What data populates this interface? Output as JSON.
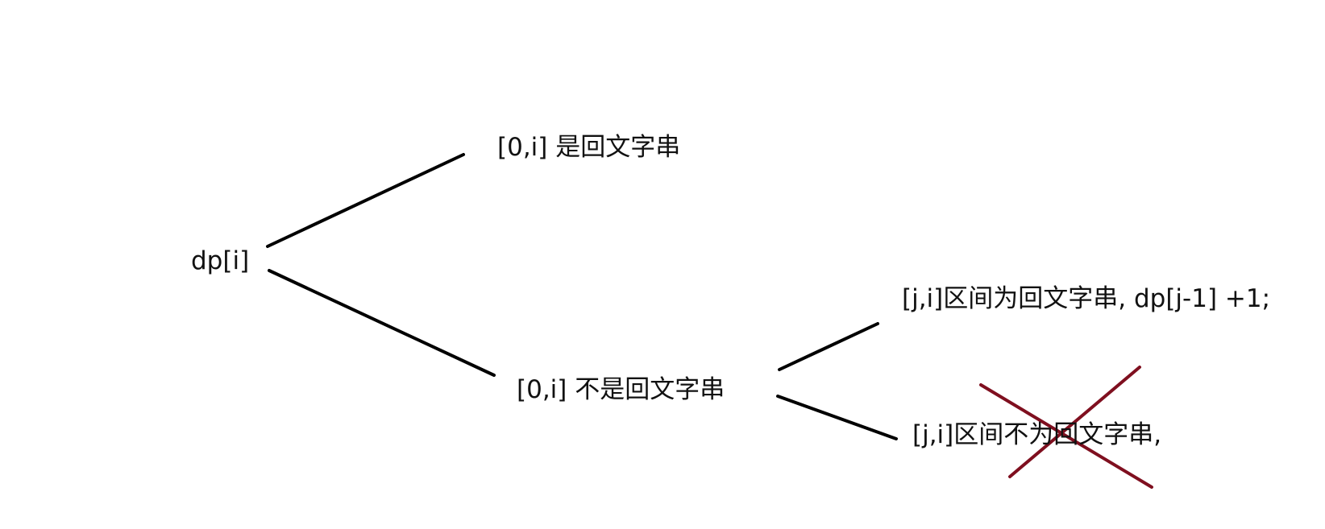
{
  "nodes": {
    "root": "dp[i]",
    "is_palindrome": "[0,i] 是回文字串",
    "not_palindrome": "[0,i] 不是回文字串",
    "interval_is_palindrome": "[j,i]区间为回文字串, dp[j-1] +1;",
    "interval_not_palindrome": "[j,i]区间不为回文字串,"
  },
  "colors": {
    "line": "#000000",
    "cross": "#7f0f1f"
  }
}
